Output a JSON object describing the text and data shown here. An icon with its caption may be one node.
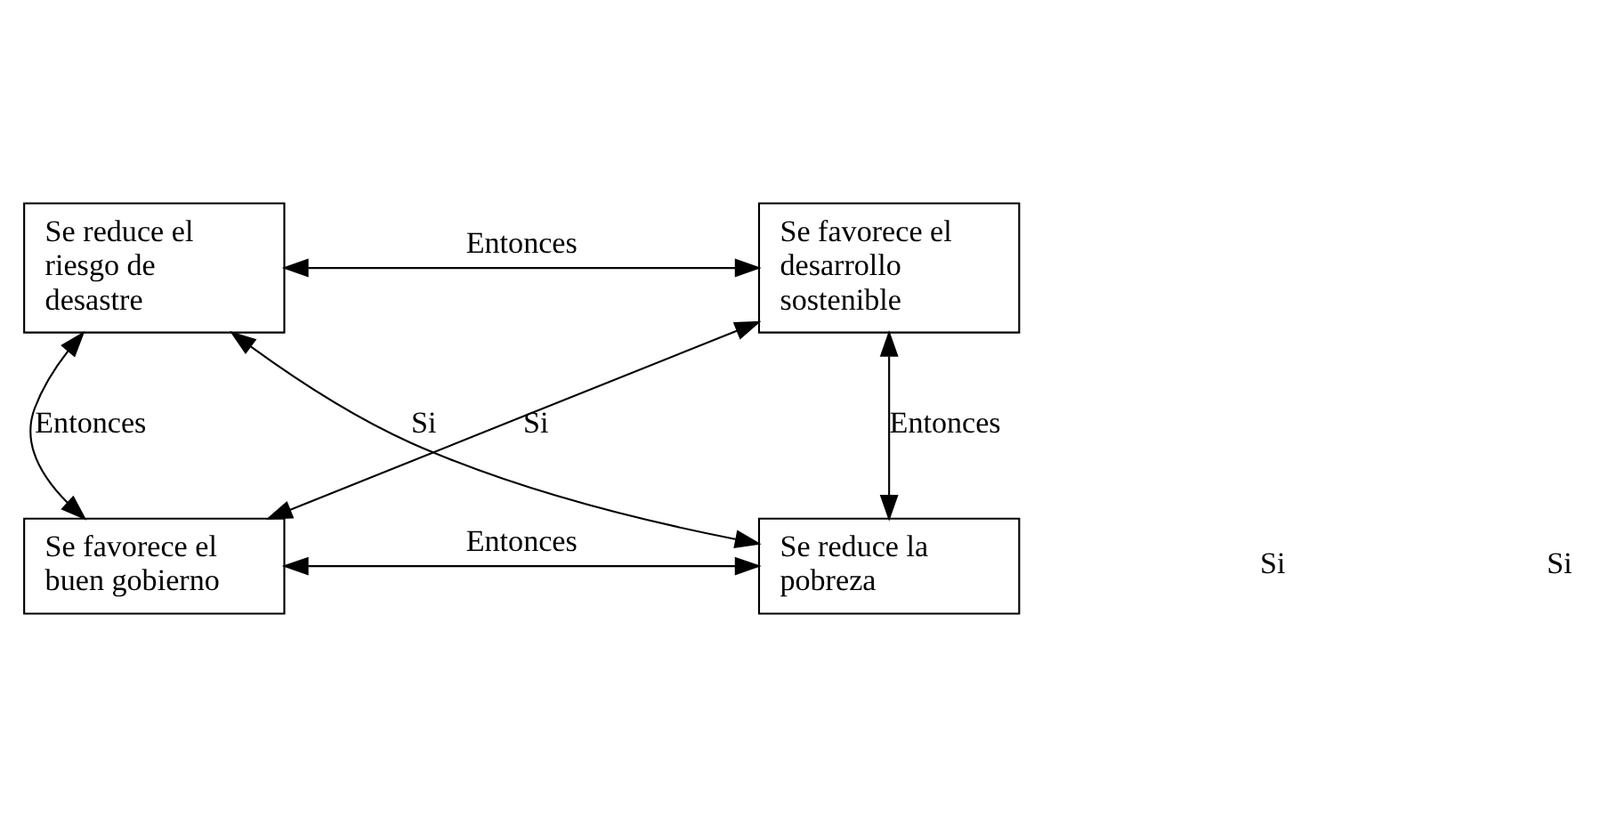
{
  "diagram": {
    "nodes": [
      {
        "text": [
          "Se reduce el riesgo de desastre"
        ]
      },
      {
        "text": [
          "Se favorece el desarrollo sostenible"
        ]
      },
      {
        "text": [
          "Se favorece el buen gobierno"
        ]
      },
      {
        "text": [
          "Se reduce la pobreza"
        ]
      }
    ],
    "edges": [
      {
        "from": 0,
        "to": 1,
        "arrow": "both",
        "label": "Entonces"
      },
      {
        "from": 0,
        "to": 2,
        "arrow": "both",
        "label": "Entonces"
      },
      {
        "from": 1,
        "to": 3,
        "arrow": "both",
        "label": "Entonces"
      },
      {
        "from": 0,
        "to": 3,
        "arrow": "both",
        "label": "Si"
      },
      {
        "from": 1,
        "to": 2,
        "arrow": "both",
        "label": "Si"
      },
      {
        "from": 2,
        "to": 3,
        "arrow": "both",
        "label": "Entonces"
      }
    ],
    "labels": [
      "Si",
      "Si"
    ]
  }
}
